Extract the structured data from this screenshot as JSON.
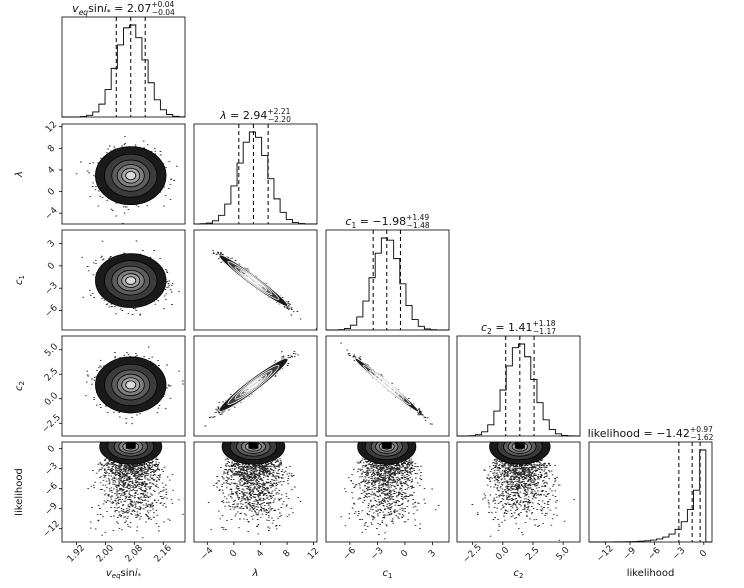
{
  "chart_data": {
    "type": "corner",
    "parameters": [
      {
        "key": "v",
        "label": "v_eq sin i_*",
        "range": [
          1.88,
          2.22
        ],
        "ticks": [
          1.92,
          2.0,
          2.08,
          2.16
        ],
        "tick_labels": [
          "1.92",
          "2.00",
          "2.08",
          "2.16"
        ],
        "median": 2.07,
        "plus": 0.04,
        "minus": 0.04,
        "q16": 2.03,
        "q84": 2.11,
        "sd": 0.04,
        "title": {
          "lead": "",
          "lead_sub": "",
          "value": " = 2.07",
          "plus": "+0.04",
          "minus": "−0.04"
        }
      },
      {
        "key": "lam",
        "label": "λ",
        "range": [
          -6,
          12.5
        ],
        "ticks": [
          -4,
          0,
          4,
          8,
          12
        ],
        "tick_labels": [
          "−4",
          "0",
          "4",
          "8",
          "12"
        ],
        "median": 2.94,
        "plus": 2.21,
        "minus": 2.2,
        "q16": 0.74,
        "q84": 5.15,
        "sd": 2.2,
        "title": {
          "lead": "λ",
          "lead_sub": "",
          "value": " = 2.94",
          "plus": "+2.21",
          "minus": "−2.20"
        }
      },
      {
        "key": "c1",
        "label": "c_1",
        "range": [
          -8.6,
          4.8
        ],
        "ticks": [
          -6,
          -3,
          0,
          3
        ],
        "tick_labels": [
          "−6",
          "−3",
          "0",
          "3"
        ],
        "median": -1.98,
        "plus": 1.49,
        "minus": 1.48,
        "q16": -3.46,
        "q84": -0.49,
        "sd": 1.48,
        "title": {
          "lead": "c",
          "lead_sub": "1",
          "value": " = −1.98",
          "plus": "+1.49",
          "minus": "−1.48"
        }
      },
      {
        "key": "c2",
        "label": "c_2",
        "range": [
          -3.8,
          6.4
        ],
        "ticks": [
          -2.5,
          0.0,
          2.5,
          5.0
        ],
        "tick_labels": [
          "−2.5",
          "0.0",
          "2.5",
          "5.0"
        ],
        "median": 1.41,
        "plus": 1.18,
        "minus": 1.17,
        "q16": 0.24,
        "q84": 2.59,
        "sd": 1.17,
        "title": {
          "lead": "c",
          "lead_sub": "2",
          "value": " = 1.41",
          "plus": "+1.18",
          "minus": "−1.17"
        }
      },
      {
        "key": "L",
        "label": "likelihood",
        "range": [
          -14,
          1
        ],
        "ticks": [
          -12,
          -9,
          -6,
          -3,
          0
        ],
        "tick_labels": [
          "−12",
          "−9",
          "−6",
          "−3",
          "0"
        ],
        "median": -1.42,
        "plus": 0.97,
        "minus": 1.62,
        "q16": -3.04,
        "q84": -0.45,
        "sd": 1.6,
        "title": {
          "lead": "likelihood",
          "lead_sub": "",
          "value": " = −1.42",
          "plus": "+0.97",
          "minus": "−1.62"
        }
      }
    ],
    "correlations": {
      "lam_c1": -0.98,
      "lam_c2": 0.97,
      "c1_c2": -0.99
    },
    "histogram_lines": "median and 16th/84th percentiles, dashed",
    "y_axis_labels": [
      "λ",
      "c_1",
      "c_2",
      "likelihood"
    ],
    "x_axis_labels": [
      "v_eq sin i_*",
      "λ",
      "c_1",
      "c_2",
      "likelihood"
    ]
  },
  "colors": {
    "points": "#000000",
    "levels": [
      "#1a1a1a",
      "#3c3c3c",
      "#5d5d5d",
      "#7f7f7f",
      "#a6a6a6",
      "#d9d9d9"
    ],
    "frame": "#000000"
  }
}
